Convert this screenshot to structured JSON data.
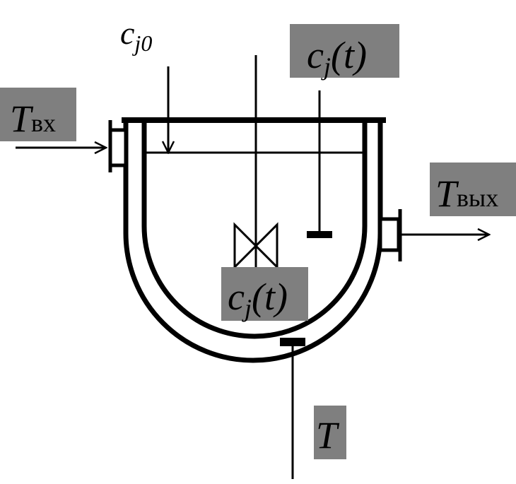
{
  "labels": {
    "feed_conc": {
      "main": "c",
      "sub": "j0"
    },
    "top_conc": {
      "main": "c",
      "sub": "j",
      "arg": "(t)"
    },
    "mid_conc": {
      "main": "c",
      "sub": "j",
      "arg": "(t)"
    },
    "t_in": {
      "main": "T",
      "sub": "вх"
    },
    "t_out": {
      "main": "T",
      "sub": "вых"
    },
    "t_reactor": {
      "main": "T"
    }
  },
  "colors": {
    "label_box": "#7f7f7f",
    "line": "#000000",
    "background": "#ffffff"
  }
}
